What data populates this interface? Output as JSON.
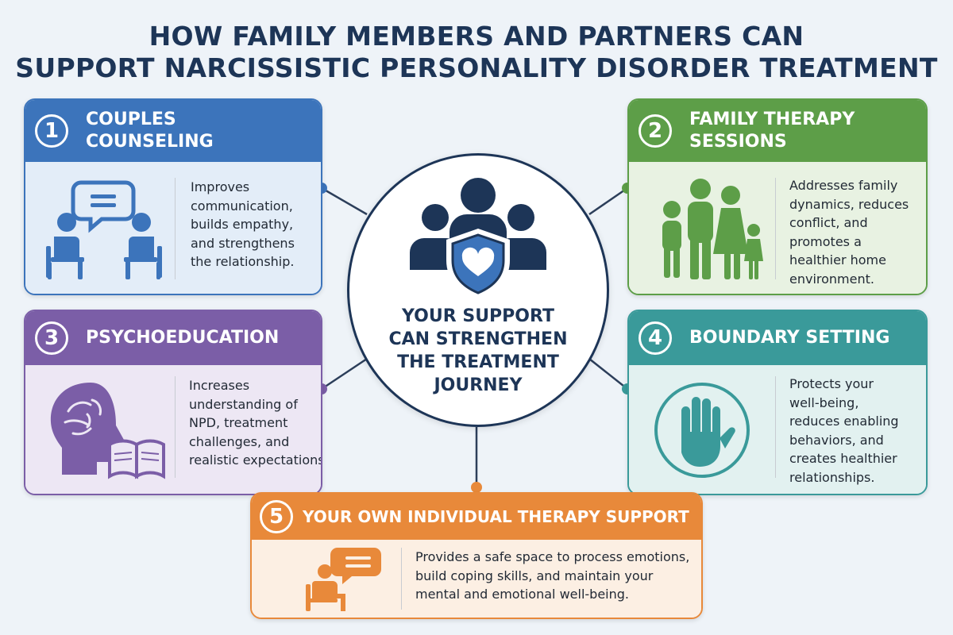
{
  "title": {
    "line1": "HOW FAMILY MEMBERS AND PARTNERS CAN",
    "line2": "SUPPORT NARCISSISTIC PERSONALITY DISORDER TREATMENT"
  },
  "center": {
    "lines": [
      "YOUR SUPPORT",
      "CAN STRENGTHEN",
      "THE TREATMENT",
      "JOURNEY"
    ],
    "icon": "people-shield-heart-icon"
  },
  "cards": [
    {
      "number": "1",
      "title_lines": [
        "COUPLES",
        "COUNSELING"
      ],
      "desc_lines": [
        "Improves",
        "communication,",
        "builds empathy,",
        "and strengthens",
        "the relationship."
      ],
      "icon": "couple-conversation-icon",
      "color": "#3c74bb",
      "light": "#e3edf8"
    },
    {
      "number": "2",
      "title_lines": [
        "FAMILY THERAPY",
        "SESSIONS"
      ],
      "desc_lines": [
        "Addresses family",
        "dynamics, reduces",
        "conflict, and",
        "promotes a",
        "healthier home",
        "environment."
      ],
      "icon": "family-icon",
      "color": "#5d9e48",
      "light": "#e8f2e2"
    },
    {
      "number": "3",
      "title_lines": [
        "PSYCHOEDUCATION"
      ],
      "desc_lines": [
        "Increases",
        "understanding of",
        "NPD, treatment",
        "challenges, and",
        "realistic expectations."
      ],
      "icon": "head-brain-book-icon",
      "color": "#7b5ea7",
      "light": "#ede7f4"
    },
    {
      "number": "4",
      "title_lines": [
        "BOUNDARY SETTING"
      ],
      "desc_lines": [
        "Protects your",
        "well-being,",
        "reduces enabling",
        "behaviors, and",
        "creates healthier",
        "relationships."
      ],
      "icon": "stop-hand-icon",
      "color": "#3a9a9a",
      "light": "#e2f1f0"
    },
    {
      "number": "5",
      "title_lines": [
        "YOUR OWN INDIVIDUAL THERAPY SUPPORT"
      ],
      "desc_lines": [
        "Provides a safe space to process emotions,",
        "build coping skills, and maintain your",
        "mental and emotional well-being."
      ],
      "icon": "person-speech-bubble-icon",
      "color": "#e8893a",
      "light": "#fcefe3"
    }
  ],
  "colors": {
    "title": "#1d3557",
    "center_border": "#1d3557",
    "connector": "#2c3e5a",
    "background": "#eef3f8"
  }
}
